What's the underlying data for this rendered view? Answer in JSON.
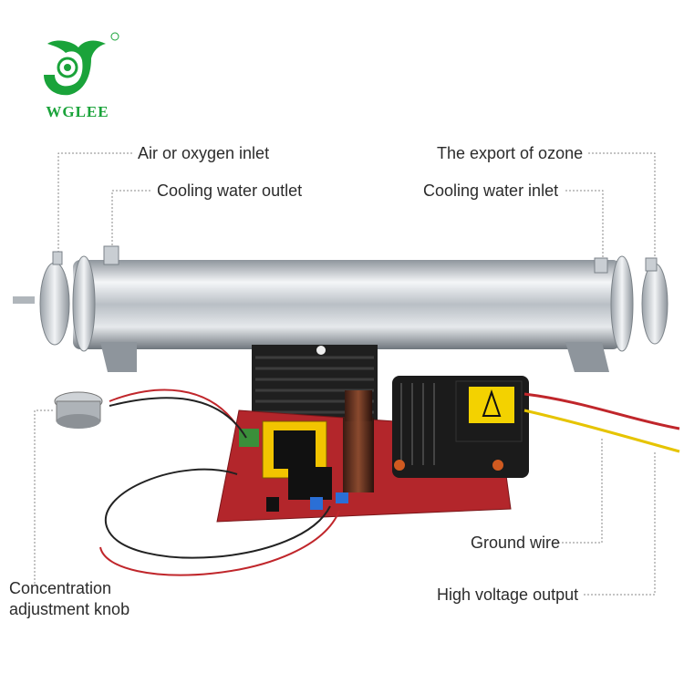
{
  "brand": {
    "name": "WGLEE",
    "color": "#1aa33a"
  },
  "labels": {
    "air_inlet": "Air or oxygen inlet",
    "cooling_outlet": "Cooling water outlet",
    "ozone_export": "The export of ozone",
    "cooling_inlet": "Cooling water inlet",
    "ground_wire": "Ground wire",
    "high_voltage": "High voltage output",
    "knob_line1": "Concentration",
    "knob_line2": "adjustment knob"
  },
  "colors": {
    "tube": "#c9ced3",
    "board": "#b3262b",
    "heatsink": "#222222",
    "callout": "#8a8a8a"
  }
}
